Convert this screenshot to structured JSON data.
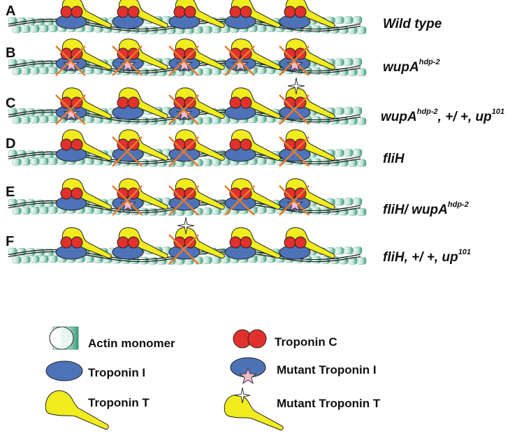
{
  "colors": {
    "actin_dark": "#3a9a7a",
    "actin_light": "#f4fbf8",
    "troponin_c": "#e2312c",
    "troponin_i": "#4d72b8",
    "troponin_t": "#f0ec1e",
    "cross": "#e87a2c",
    "mutant_i_star": "#f3bcd3",
    "mutant_t_star": "#ffffff"
  },
  "rows": [
    {
      "letter": "A",
      "genotype": "Wild type",
      "sup": "",
      "suffix": "",
      "sup2": "",
      "units": [
        {
          "x": 0,
          "cross": false,
          "star": false,
          "starAbove": false
        },
        {
          "x": 0,
          "cross": false,
          "star": false,
          "starAbove": false
        },
        {
          "x": 0,
          "cross": false,
          "star": false,
          "starAbove": false
        },
        {
          "x": 0,
          "cross": false,
          "star": false,
          "starAbove": false
        },
        {
          "x": 0,
          "cross": false,
          "star": false,
          "starAbove": false
        }
      ]
    },
    {
      "letter": "B",
      "genotype": "wupA",
      "sup": "hdp-2",
      "suffix": "",
      "sup2": "",
      "units": [
        {
          "cross": true,
          "star": true,
          "starAbove": false
        },
        {
          "cross": true,
          "star": true,
          "starAbove": false
        },
        {
          "cross": true,
          "star": true,
          "starAbove": false
        },
        {
          "cross": true,
          "star": true,
          "starAbove": false
        },
        {
          "cross": true,
          "star": true,
          "starAbove": false
        }
      ]
    },
    {
      "letter": "C",
      "genotype": "wupA",
      "sup": "hdp-2",
      "suffix": ", +/ +, up",
      "sup2": "101",
      "units": [
        {
          "cross": true,
          "star": true,
          "starAbove": false
        },
        {
          "cross": false,
          "star": false,
          "starAbove": false
        },
        {
          "cross": true,
          "star": true,
          "starAbove": false
        },
        {
          "cross": false,
          "star": false,
          "starAbove": false
        },
        {
          "cross": true,
          "star": false,
          "starAbove": true
        }
      ]
    },
    {
      "letter": "D",
      "genotype": "fliH",
      "sup": "",
      "suffix": "",
      "sup2": "",
      "units": [
        {
          "cross": false,
          "star": false,
          "starAbove": false
        },
        {
          "cross": true,
          "star": false,
          "starAbove": false
        },
        {
          "cross": true,
          "star": false,
          "starAbove": false
        },
        {
          "cross": false,
          "star": false,
          "starAbove": false
        },
        {
          "cross": true,
          "star": false,
          "starAbove": false
        }
      ]
    },
    {
      "letter": "E",
      "genotype": "fliH/ wupA",
      "sup": "hdp-2",
      "suffix": "",
      "sup2": "",
      "units": [
        {
          "cross": false,
          "star": false,
          "starAbove": false
        },
        {
          "cross": true,
          "star": true,
          "starAbove": false
        },
        {
          "cross": true,
          "star": false,
          "starAbove": false
        },
        {
          "cross": true,
          "star": false,
          "starAbove": false
        },
        {
          "cross": true,
          "star": true,
          "starAbove": false
        }
      ]
    },
    {
      "letter": "F",
      "genotype": "fliH, +/ +, up",
      "sup": "101",
      "suffix": "",
      "sup2": "",
      "units": [
        {
          "cross": false,
          "star": false,
          "starAbove": false
        },
        {
          "cross": false,
          "star": false,
          "starAbove": false
        },
        {
          "cross": true,
          "star": false,
          "starAbove": true
        },
        {
          "cross": false,
          "star": false,
          "starAbove": false
        },
        {
          "cross": false,
          "star": false,
          "starAbove": false
        }
      ]
    }
  ],
  "legend": {
    "actin": "Actin monomer",
    "troponin_i": "Troponin I",
    "troponin_t": "Troponin T",
    "troponin_c": "Troponin C",
    "mutant_troponin_i": "Mutant Troponin I",
    "mutant_troponin_t": "Mutant Troponin T"
  }
}
